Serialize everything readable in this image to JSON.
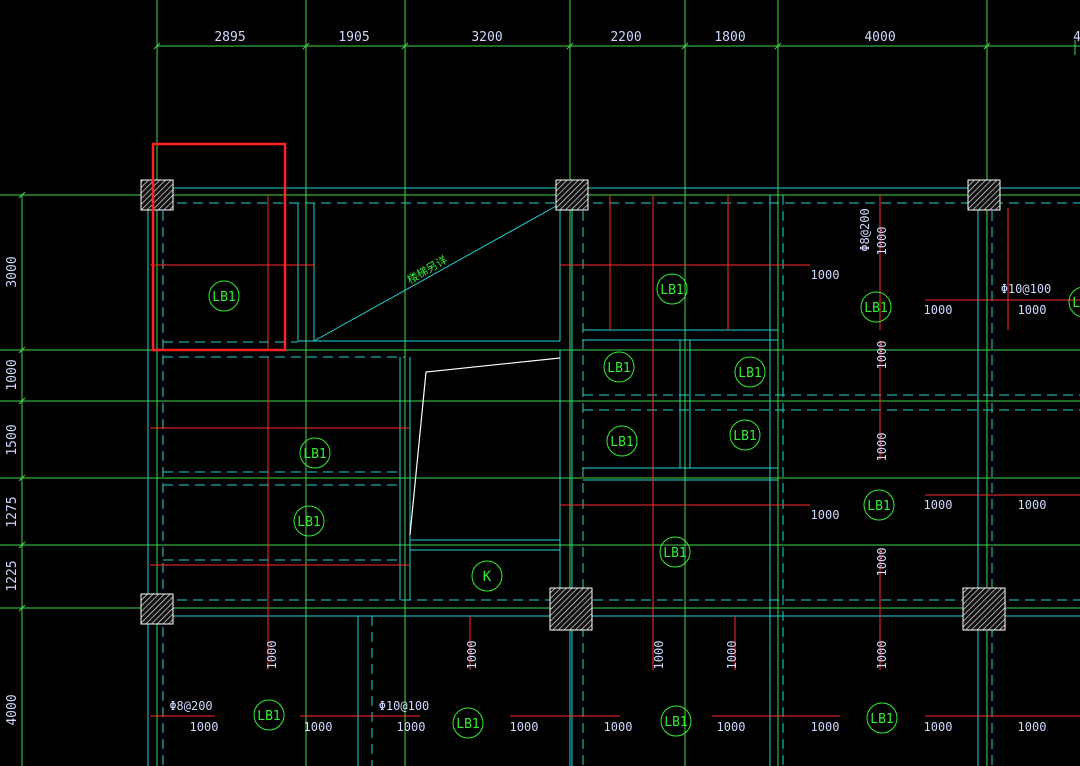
{
  "colors": {
    "background": "#000000",
    "grid": "#3fd94a",
    "beam": "#22d3d3",
    "rebar": "#ff2a2a",
    "dim_text": "#cfd8ff",
    "label": "#33ee33",
    "highlight": "#ff2222",
    "column": "#ffffff"
  },
  "dims_top": [
    "2895",
    "1905",
    "3200",
    "2200",
    "1800",
    "4000",
    "4"
  ],
  "dims_left": [
    "3000",
    "1000",
    "1500",
    "1275",
    "1225",
    "4000"
  ],
  "slab_label": "LB1",
  "rebar_spec_a": "Φ8@200",
  "rebar_spec_b": "Φ10@100",
  "rebar_len": "1000",
  "stair_text": "楼梯另详",
  "k_label": "K"
}
